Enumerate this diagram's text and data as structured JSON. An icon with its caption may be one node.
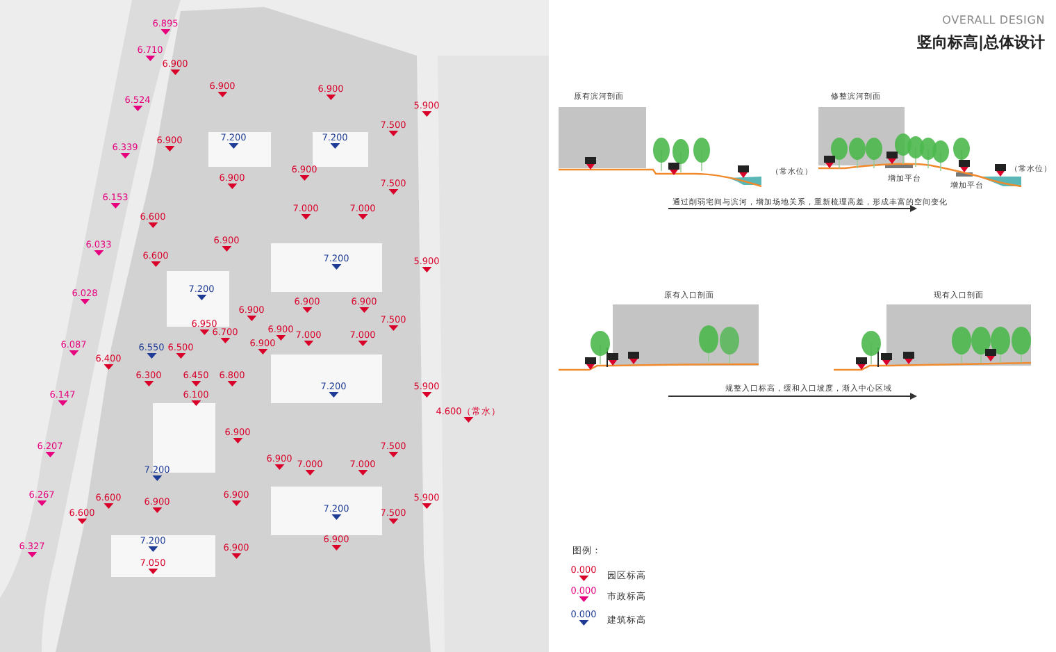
{
  "diagram": {
    "title": "竖向标高|总体设计",
    "labels": [
      "6.895",
      "OVERALL DESIGN",
      "6.710",
      "6.900",
      "6.900",
      "6.900",
      "6.524",
      "5.900",
      "7.500",
      "6.339",
      "6.900",
      "7.200",
      "7.200",
      "6.900",
      "6.900",
      "7.500",
      "6.153",
      "6.600",
      "7.000",
      "7.000",
      "6.033",
      "6.900",
      "6.600",
      "7.200",
      "5.900",
      "6.028",
      "7.200",
      "6.900",
      "6.900",
      "6.900",
      "6.087",
      "6.550",
      "6.500",
      "6.950",
      "6.700",
      "6.900",
      "6.900",
      "7.000",
      "7.000",
      "7.500",
      "6.400",
      "6.300",
      "6.450",
      "6.800",
      "6.147",
      "6.100",
      "7.200",
      "5.900",
      "4.600（常水）",
      "6.900",
      "6.207",
      "7.500",
      "7.200",
      "6.900",
      "7.000",
      "7.000",
      "6.267",
      "6.600",
      "6.900",
      "6.900",
      "5.900",
      "6.600",
      "7.200",
      "7.500",
      "6.327",
      "7.200",
      "6.900",
      "6.900",
      "7.050",
      "原有滨河剖面",
      "修整滨河剖面",
      "（常水位）",
      "增加平台",
      "增加平台",
      "（常水位）",
      "通过削弱宅间与滨河，增加场地关系，重新梳理高差，形成丰富的空间变化",
      "原有入口剖面",
      "现有入口剖面",
      "规整入口标高，缓和入口坡度，渐入中心区域",
      "图例：",
      "0.000",
      "0.000",
      "0.000"
    ],
    "legend": [
      {
        "text": "园区标高",
        "color": "#d9002a"
      },
      {
        "text": "市政标高",
        "color": "#e6007e"
      },
      {
        "text": "建筑标高",
        "color": "#1e3c96"
      }
    ]
  }
}
